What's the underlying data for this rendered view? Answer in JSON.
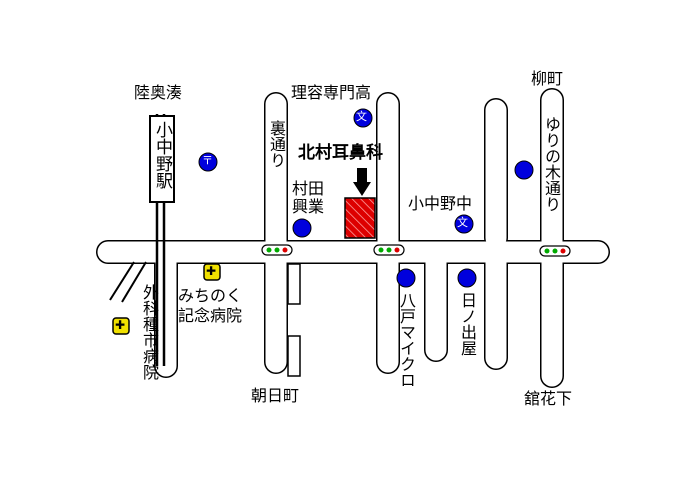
{
  "clinic_name": "北村耳鼻科",
  "station": {
    "name": "小中野駅"
  },
  "destinations": {
    "top_left": "陸奥湊",
    "top_center": "理容専門高",
    "top_right": "柳町",
    "bottom_center": "朝日町",
    "bottom_right": "舘花下"
  },
  "streets": {
    "ura_dori": "裏通り",
    "yurinoki_dori": "ゆりの木通り"
  },
  "landmarks": {
    "murata_kogyo": "村田興業",
    "konakano_chu": "小中野中",
    "michinoku": "みちのく\n記念病院",
    "geka": "外科種市病院",
    "hachinohe_micro": "八戸マイクロ",
    "hinode_ya": "日ノ出屋"
  },
  "symbols": {
    "school": "文",
    "post_office": "〒",
    "hospital": "✚"
  },
  "colors": {
    "clinic_fill": "#dd0000",
    "marker_blue": "#0000dd",
    "hospital_yellow": "#f0e000",
    "signal_green": "#00aa00",
    "signal_red": "#dd0000"
  }
}
